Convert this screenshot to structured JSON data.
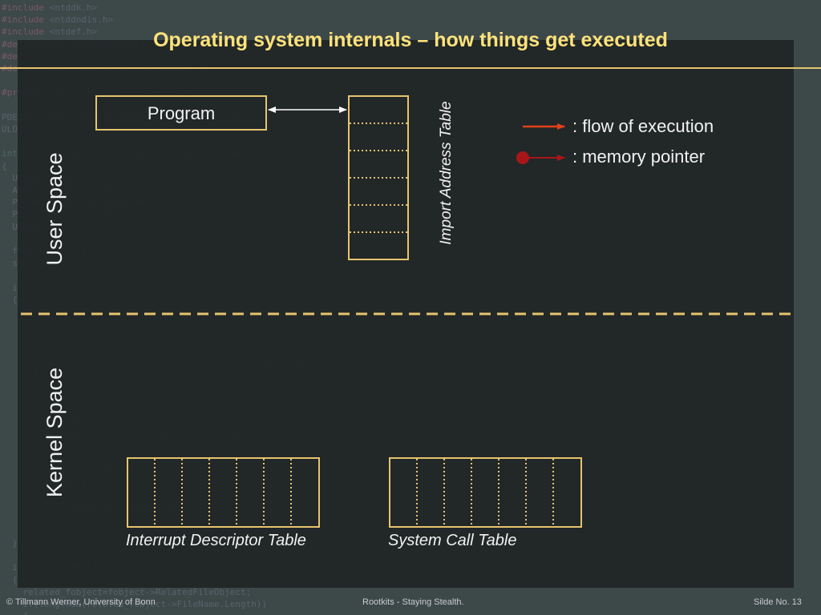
{
  "slide": {
    "title": "Operating system internals – how things get executed",
    "user_space_label": "User Space",
    "kernel_space_label": "Kernel Space"
  },
  "diagram": {
    "program_label": "Program",
    "iat_label": "Import Address Table",
    "idt_caption": "Interrupt Descriptor Table",
    "syscall_caption": "System Call Table"
  },
  "legend": {
    "flow": ":  flow of execution",
    "memory": ":  memory pointer"
  },
  "footer": {
    "left": "© Tillmann Werner, University of Bonn",
    "center": "Rootkits - Staying Stealth.",
    "right": "Silde No. 13"
  },
  "colors": {
    "accent": "#e6c46e",
    "title": "#ffe37a",
    "flow_arrow": "#e0401a",
    "memory_pointer": "#a8161a"
  }
}
